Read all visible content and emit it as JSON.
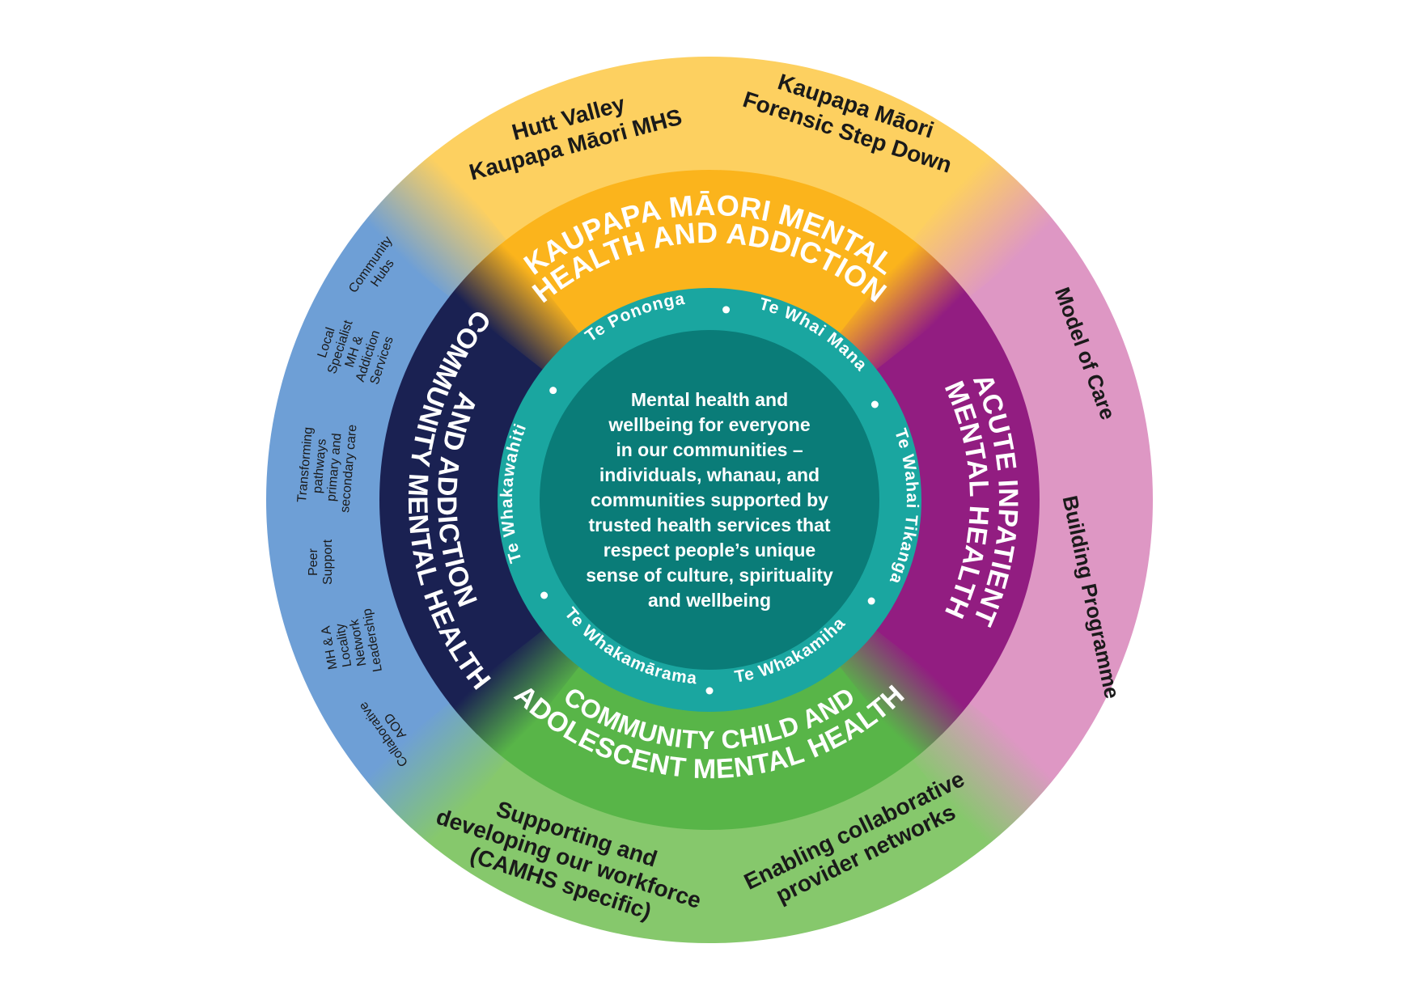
{
  "center": {
    "lines": [
      "Mental health and",
      "wellbeing for everyone",
      "in our communities –",
      "individuals, whanau, and",
      "communities supported by",
      "trusted health services that",
      "respect people’s unique",
      "sense of culture, spirituality",
      "and wellbeing"
    ]
  },
  "principles": [
    "Te Pononga",
    "Te Whai Mana",
    "Te Wahai Tikanga",
    "Te Whakamiha",
    "Te Whakamārama",
    "Te Whakawahiti"
  ],
  "bands": {
    "top": [
      "KAUPAPA MĀORI MENTAL",
      "HEALTH AND ADDICTION"
    ],
    "right": [
      "ACUTE INPATIENT",
      "MENTAL HEALTH"
    ],
    "bottom": [
      "COMMUNITY CHILD AND",
      "ADOLESCENT MENTAL HEALTH"
    ],
    "left": [
      "COMMUNITY MENTAL HEALTH",
      "AND ADDICTION"
    ]
  },
  "outer": {
    "top_left": [
      "Hutt Valley",
      "Kaupapa Māori MHS"
    ],
    "top_right": [
      "Kaupapa Māori",
      "Forensic Step Down"
    ],
    "right_top": [
      "Model of Care"
    ],
    "right_bottom": [
      "Building Programme"
    ],
    "bottom_left": [
      "Supporting and",
      "developing our workforce",
      "(CAMHS specific)"
    ],
    "bottom_right": [
      "Enabling collaborative",
      "provider networks"
    ],
    "left": [
      [
        "Community",
        "Hubs"
      ],
      [
        "Local",
        "Specialist",
        "MH &",
        "Addiction",
        "Services"
      ],
      [
        "Transforming",
        "pathways",
        "primary and",
        "secondary care"
      ],
      [
        "Peer",
        "Support"
      ],
      [
        "MH & A",
        "Locality",
        "Network",
        "Leadership"
      ],
      [
        "Collaborative",
        "AOD"
      ]
    ]
  },
  "colors": {
    "outer_top": "#fdd060",
    "outer_right": "#de97c4",
    "outer_bottom": "#86c86c",
    "outer_left": "#6e9fd6",
    "band_top": "#fbb41c",
    "band_right": "#921d81",
    "band_bottom": "#58b548",
    "band_left": "#1a2152",
    "ring": "#1aa6a0",
    "center": "#0a7c78"
  }
}
